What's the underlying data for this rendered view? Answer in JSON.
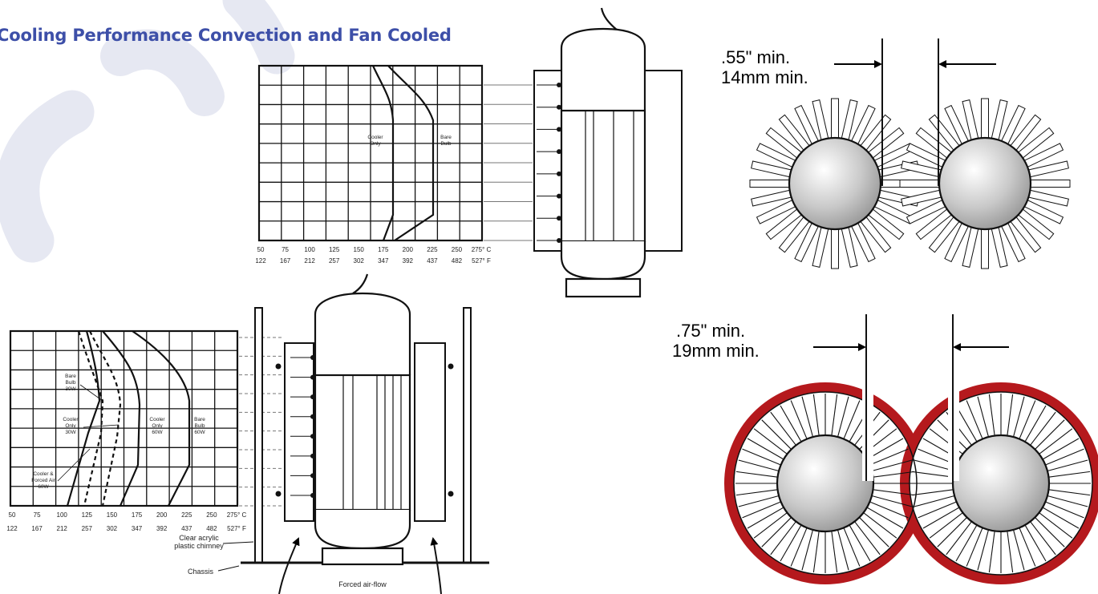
{
  "title": "Cooling Performance Convection and Fan Cooled",
  "colors": {
    "title": "#3d4fa8",
    "watermark": "#e6e8f2",
    "red_ring": "#b5191d",
    "line": "#111111"
  },
  "top_chart": {
    "c_ticks": [
      "50",
      "75",
      "100",
      "125",
      "150",
      "175",
      "200",
      "225",
      "250",
      "275° C"
    ],
    "f_ticks": [
      "122",
      "167",
      "212",
      "257",
      "302",
      "347",
      "392",
      "437",
      "482",
      "527° F"
    ],
    "curve_labels": [
      {
        "line1": "Cooler",
        "line2": "Only"
      },
      {
        "line1": "Bare",
        "line2": "Bulb"
      }
    ]
  },
  "bottom_chart": {
    "c_ticks": [
      "50",
      "75",
      "100",
      "125",
      "150",
      "175",
      "200",
      "225",
      "250",
      "275° C"
    ],
    "f_ticks": [
      "122",
      "167",
      "212",
      "257",
      "302",
      "347",
      "392",
      "437",
      "482",
      "527° F"
    ],
    "curve_labels": [
      {
        "line1": "Bare",
        "line2": "Bulb",
        "line3": "30W"
      },
      {
        "line1": "Cooler",
        "line2": "Only",
        "line3": "30W"
      },
      {
        "line1": "Cooler",
        "line2": "Only",
        "line3": "60W"
      },
      {
        "line1": "Bare",
        "line2": "Bulb",
        "line3": "60W"
      },
      {
        "line1": "Cooler &",
        "line2": "Forced Air",
        "line3": "60W"
      }
    ],
    "chimney_line1": "Clear acrylic",
    "chimney_line2": "plastic chimney",
    "chassis": "Chassis",
    "airflow": "Forced air-flow"
  },
  "spacing_top": {
    "inches": ".55\" min.",
    "mm": "14mm min."
  },
  "spacing_bottom": {
    "inches": ".75\" min.",
    "mm": "19mm min."
  }
}
